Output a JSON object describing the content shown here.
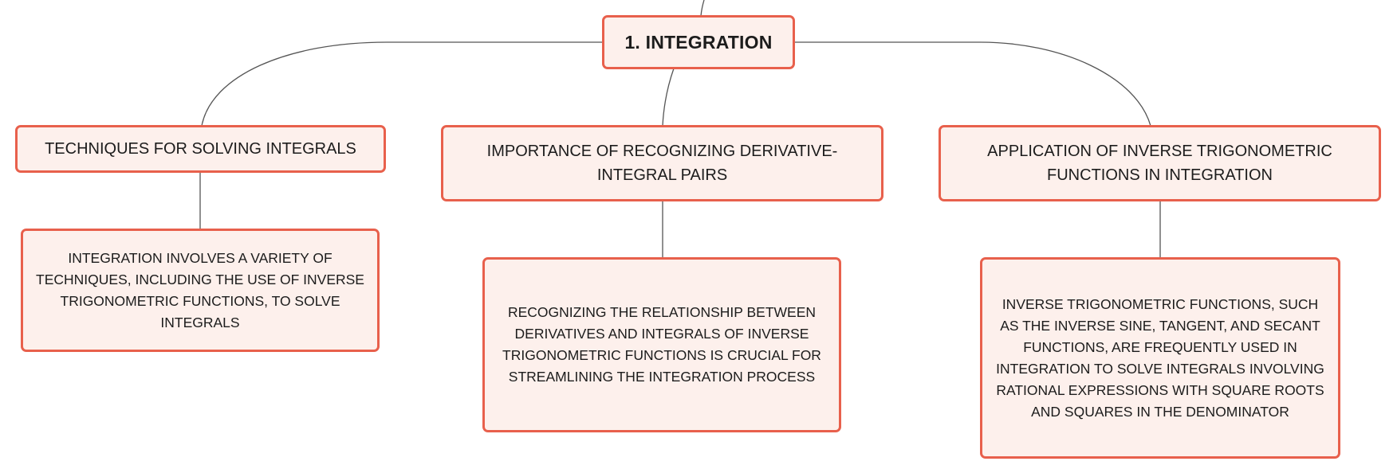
{
  "colors": {
    "node_fill": "#fdf0ec",
    "node_border": "#e8604c",
    "connector": "#555555",
    "text": "#1c1c1c"
  },
  "root": {
    "label": "1. INTEGRATION"
  },
  "topics": [
    {
      "label": "TECHNIQUES FOR SOLVING INTEGRALS",
      "note": "INTEGRATION INVOLVES A VARIETY OF TECHNIQUES, INCLUDING THE USE OF INVERSE TRIGONOMETRIC FUNCTIONS, TO SOLVE INTEGRALS"
    },
    {
      "label": "IMPORTANCE OF RECOGNIZING DERIVATIVE-INTEGRAL PAIRS",
      "note": "RECOGNIZING THE RELATIONSHIP BETWEEN DERIVATIVES AND INTEGRALS OF INVERSE TRIGONOMETRIC FUNCTIONS IS CRUCIAL FOR STREAMLINING THE INTEGRATION PROCESS"
    },
    {
      "label": "APPLICATION OF INVERSE TRIGONOMETRIC FUNCTIONS IN INTEGRATION",
      "note": "INVERSE TRIGONOMETRIC FUNCTIONS, SUCH AS THE INVERSE SINE, TANGENT, AND SECANT FUNCTIONS, ARE FREQUENTLY USED IN INTEGRATION TO SOLVE INTEGRALS INVOLVING RATIONAL EXPRESSIONS WITH SQUARE ROOTS AND SQUARES IN THE DENOMINATOR"
    }
  ]
}
